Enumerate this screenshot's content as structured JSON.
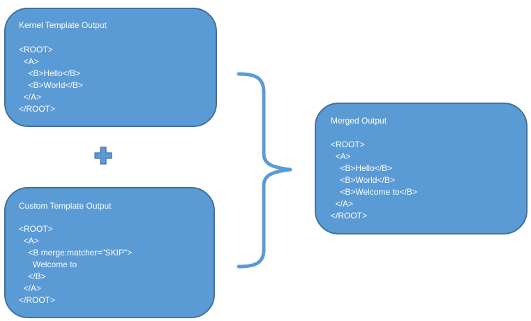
{
  "kernel": {
    "title": "Kernel Template Output",
    "lines": [
      "<ROOT>",
      "  <A>",
      "    <B>Hello</B>",
      "    <B>World</B>",
      "  </A>",
      "</ROOT>"
    ]
  },
  "custom": {
    "title": "Custom Template Output",
    "lines": [
      "<ROOT>",
      "  <A>",
      "    <B merge:matcher=\"SKIP\">",
      "      Welcome to",
      "    </B>",
      "  </A>",
      "</ROOT>"
    ]
  },
  "merged": {
    "title": "Merged Output",
    "lines": [
      "<ROOT>",
      "  <A>",
      "    <B>Hello</B>",
      "    <B>World</B>",
      "    <B>Welcome to</B>",
      "  </A>",
      "</ROOT>"
    ]
  },
  "colors": {
    "box_fill": "#5b9bd5",
    "box_border": "#41719c",
    "text": "#ffffff",
    "plus": "#5b9bd5",
    "brace": "#5b9bd5"
  },
  "icons": {
    "plus": "plus-icon",
    "brace": "right-curly-brace-icon"
  }
}
